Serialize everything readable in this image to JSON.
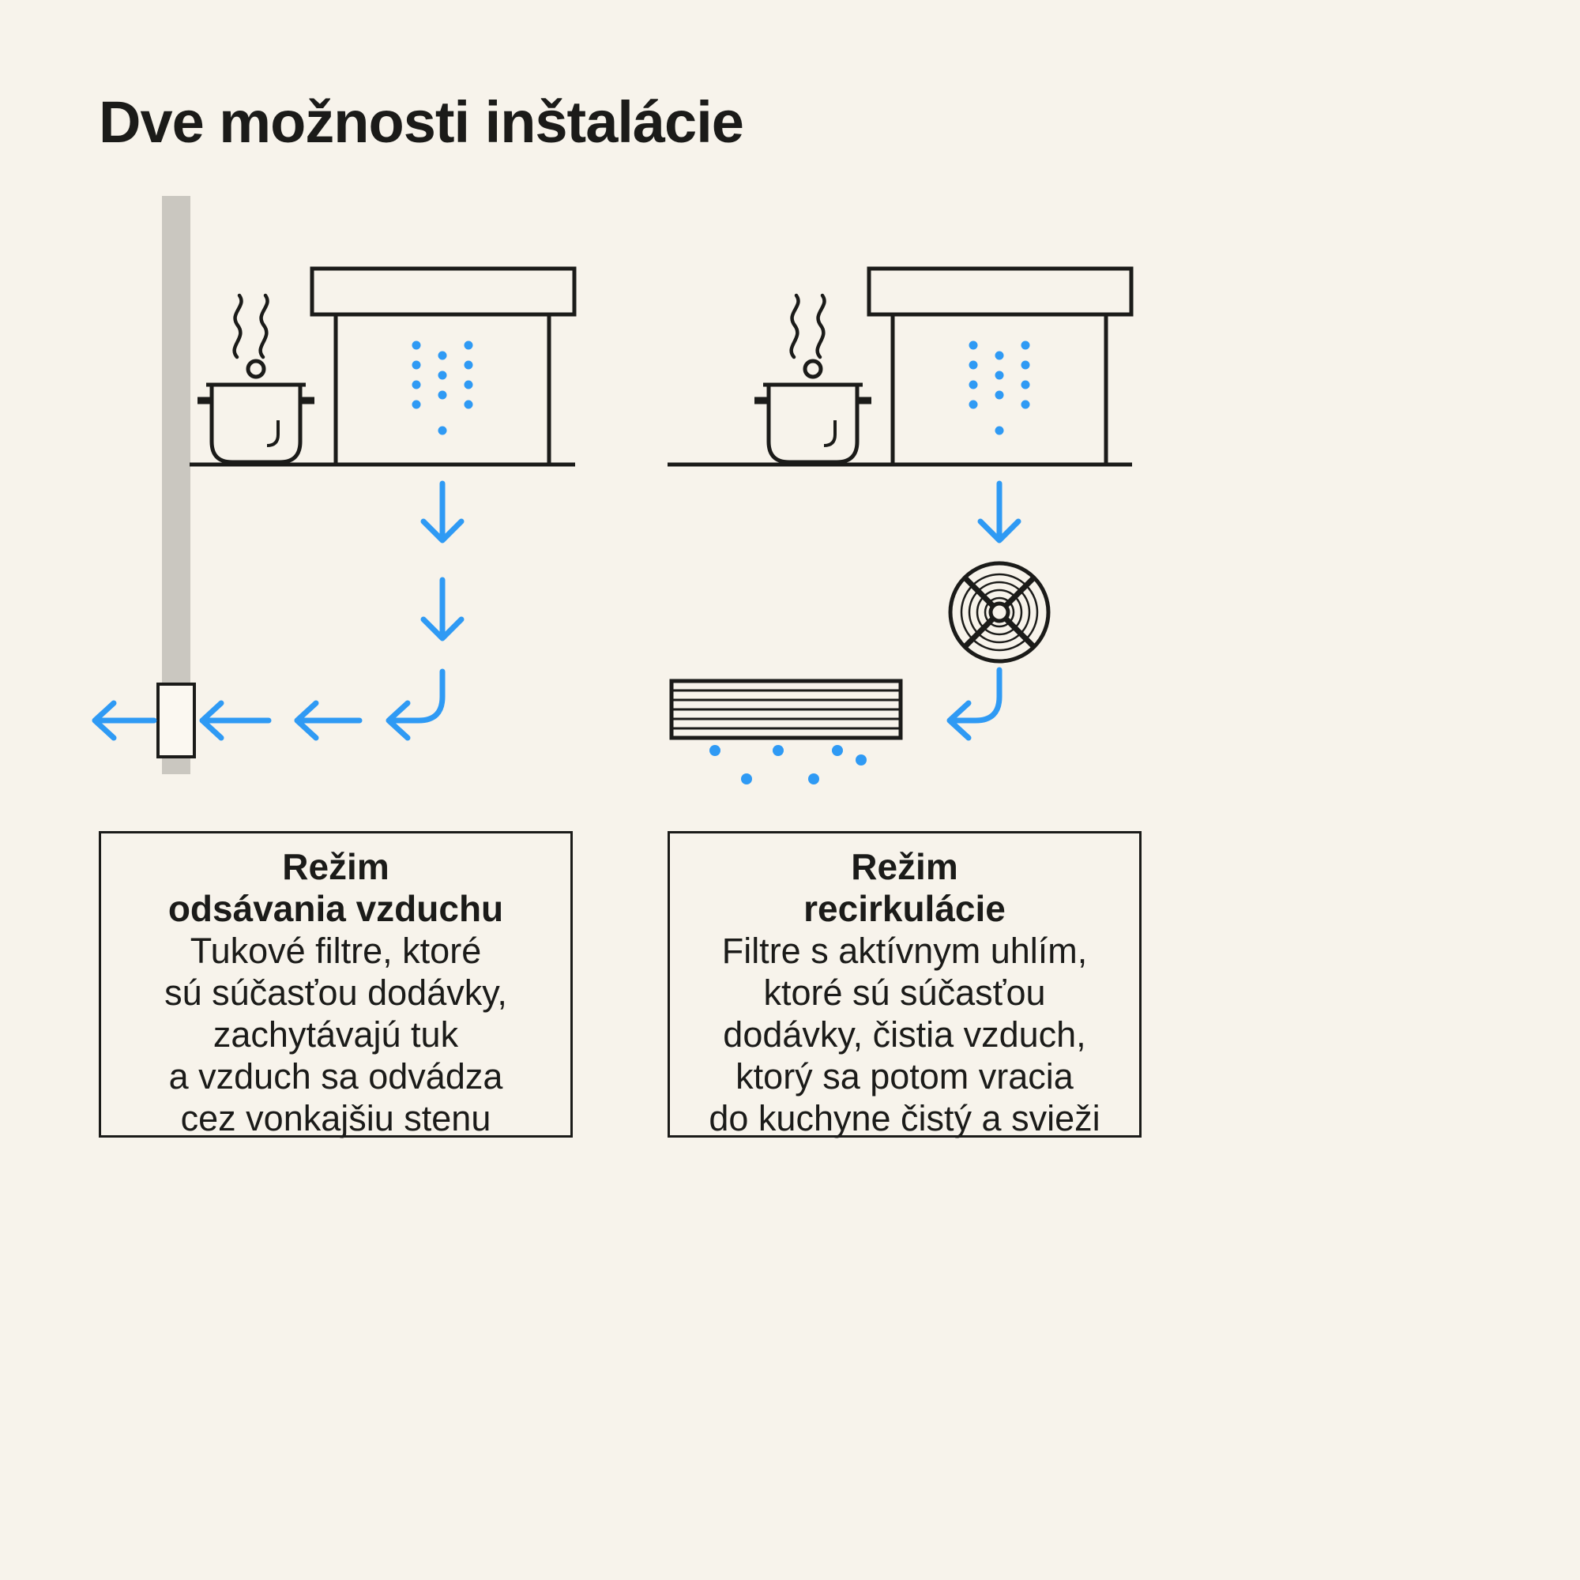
{
  "page": {
    "title": "Dve možnosti inštalácie",
    "colors": {
      "background": "#f7f3eb",
      "line_black": "#1b1b19",
      "accent_blue": "#2f9af4",
      "duct_gray": "#cac7c0"
    }
  },
  "icons": {
    "left_scene": [
      "duct-pipe",
      "steam-icon",
      "pot-icon",
      "hood-icon",
      "airflow-dots",
      "down-arrows",
      "left-arrows"
    ],
    "right_scene": [
      "steam-icon",
      "pot-icon",
      "hood-icon",
      "airflow-dots",
      "down-arrow",
      "fan-icon",
      "filter-icon",
      "curve-arrow"
    ]
  },
  "left_panel": {
    "caption": {
      "heading_line1": "Režim",
      "heading_line2": "odsávania vzduchu",
      "body_lines": [
        "Tukové filtre, ktoré",
        "sú súčasťou dodávky,",
        "zachytávajú tuk",
        "a vzduch sa odvádza",
        "cez vonkajšiu stenu"
      ]
    }
  },
  "right_panel": {
    "caption": {
      "heading_line1": "Režim",
      "heading_line2": "recirkulácie",
      "body_lines": [
        "Filtre s aktívnym uhlím,",
        "ktoré sú súčasťou",
        "dodávky, čistia vzduch,",
        "ktorý sa potom vracia",
        "do kuchyne čistý a svieži"
      ]
    }
  }
}
